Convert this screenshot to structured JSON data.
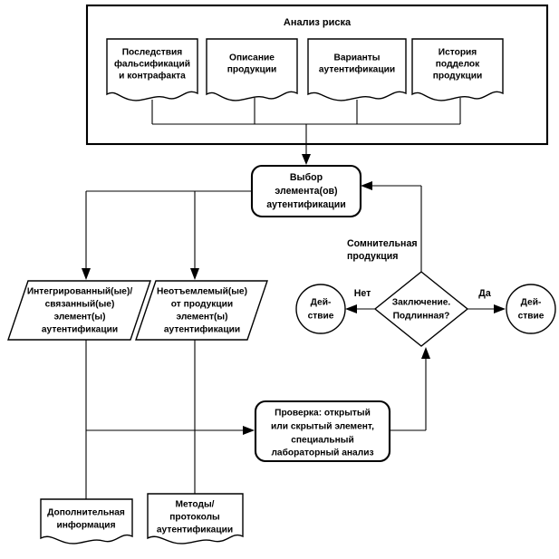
{
  "diagram": {
    "title": "Анализ риска",
    "type": "flowchart",
    "language": "ru",
    "colors": {
      "background": "#ffffff",
      "stroke": "#000000",
      "fill": "#ffffff",
      "text": "#000000"
    },
    "group": {
      "name": "risk-analysis-group",
      "label": "Анализ риска",
      "inputs": [
        {
          "id": "doc-consequences",
          "lines": [
            "Последствия",
            "фальсификаций",
            "и контрафакта"
          ]
        },
        {
          "id": "doc-description",
          "lines": [
            "Описание",
            "продукции"
          ]
        },
        {
          "id": "doc-options",
          "lines": [
            "Варианты",
            "аутентификации"
          ]
        },
        {
          "id": "doc-history",
          "lines": [
            "История",
            "подделок",
            "продукции"
          ]
        }
      ]
    },
    "nodes": {
      "selection": {
        "id": "selection",
        "shape": "rounded-rect",
        "lines": [
          "Выбор",
          "элемента(ов)",
          "аутентификации"
        ]
      },
      "integrated": {
        "id": "integrated",
        "shape": "parallelogram",
        "lines": [
          "Интегрированный(ые)/",
          "связанный(ые)",
          "элемент(ы)",
          "аутентификации"
        ]
      },
      "inseparable": {
        "id": "inseparable",
        "shape": "parallelogram",
        "lines": [
          "Неотъемлемый(ые)",
          "от продукции",
          "элемент(ы)",
          "аутентификации"
        ]
      },
      "inspection": {
        "id": "inspection",
        "shape": "rounded-rect",
        "lines": [
          "Проверка: открытый",
          "или скрытый элемент,",
          "специальный",
          "лабораторный анализ"
        ]
      },
      "decision": {
        "id": "decision",
        "shape": "diamond",
        "lines": [
          "Заключение.",
          "Подлинная?"
        ]
      },
      "action_left": {
        "id": "action-left",
        "shape": "circle",
        "lines": [
          "Дей-",
          "ствие"
        ]
      },
      "action_right": {
        "id": "action-right",
        "shape": "circle",
        "lines": [
          "Дей-",
          "ствие"
        ]
      },
      "extra_info": {
        "id": "extra-info",
        "shape": "document",
        "lines": [
          "Дополнительная",
          "информация"
        ]
      },
      "methods": {
        "id": "methods",
        "shape": "document",
        "lines": [
          "Методы/",
          "протоколы",
          "аутентификации"
        ]
      }
    },
    "edge_labels": {
      "suspect_product": [
        "Сомнительная",
        "продукция"
      ],
      "no": "Нет",
      "yes": "Да"
    }
  }
}
